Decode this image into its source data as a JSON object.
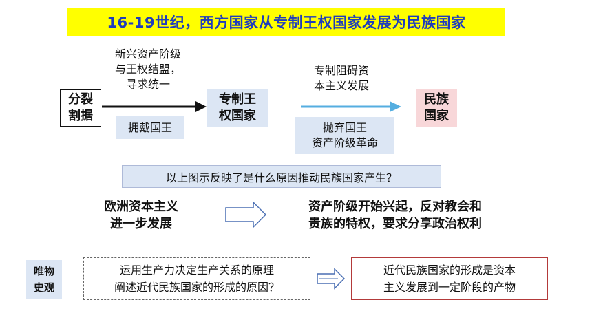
{
  "title": "16-19世纪，西方国家从专制王权国家发展为民族国家",
  "stage1": {
    "label": "分裂\n割据"
  },
  "stage2": {
    "label": "专制王\n权国家"
  },
  "stage3": {
    "label": "民族\n国家"
  },
  "arrow1": {
    "above": "新兴资产阶级\n与王权结盟，\n寻求统一",
    "below": "拥戴国王"
  },
  "arrow2": {
    "above": "专制阻碍资\n本主义发展",
    "below": "抛弃国王\n资产阶级革命"
  },
  "question": "以上图示反映了是什么原因推动民族国家产生？",
  "cause": "欧洲资本主义\n进一步发展",
  "effect": "资产阶级开始兴起，反对教会和\n贵族的特权，要求分享政治权利",
  "side_label": "唯物\n史观",
  "prompt": "运用生产力决定生产关系的原理\n阐述近代民族国家的形成的原因？",
  "conclusion": "近代民族国家的形成是资本\n主义发展到一定阶段的产物",
  "colors": {
    "title_bg": "#ffff00",
    "title_text": "#1f3dbd",
    "light_blue": "#dce6f4",
    "pink": "#f8d7d9",
    "arrow_black": "#111111",
    "arrow_blue": "#55aee0",
    "conclusion_border": "#b33a3a"
  }
}
